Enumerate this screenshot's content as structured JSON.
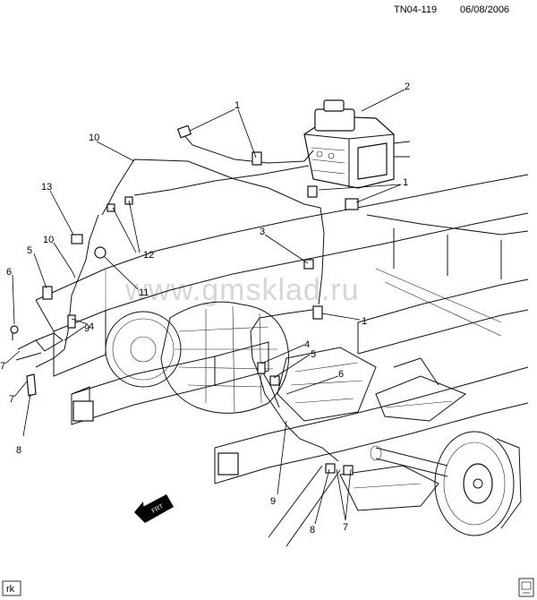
{
  "header": {
    "code": "TN04-119",
    "date": "06/08/2006"
  },
  "watermark": "www.gmsklad.ru",
  "corner_tag": "rk",
  "front_arrow_text": "FRT",
  "callouts": [
    {
      "id": "c1a",
      "text": "1"
    },
    {
      "id": "c2",
      "text": "2"
    },
    {
      "id": "c1b",
      "text": "1"
    },
    {
      "id": "c10a",
      "text": "10"
    },
    {
      "id": "c13",
      "text": "13"
    },
    {
      "id": "c12",
      "text": "12"
    },
    {
      "id": "c3",
      "text": "3"
    },
    {
      "id": "c10b",
      "text": "10"
    },
    {
      "id": "c5a",
      "text": "5"
    },
    {
      "id": "c11",
      "text": "11"
    },
    {
      "id": "c6a",
      "text": "6"
    },
    {
      "id": "c4a",
      "text": "4"
    },
    {
      "id": "c1c",
      "text": "1"
    },
    {
      "id": "c9a",
      "text": "9"
    },
    {
      "id": "c7a",
      "text": "7"
    },
    {
      "id": "c4b",
      "text": "4"
    },
    {
      "id": "c5b",
      "text": "5"
    },
    {
      "id": "c6b",
      "text": "6"
    },
    {
      "id": "c7b",
      "text": "7"
    },
    {
      "id": "c8a",
      "text": "8"
    },
    {
      "id": "c9b",
      "text": "9"
    },
    {
      "id": "c8b",
      "text": "8"
    },
    {
      "id": "c7c",
      "text": "7"
    }
  ]
}
